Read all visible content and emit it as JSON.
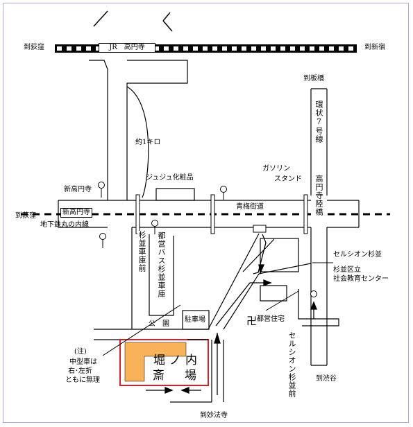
{
  "labels": {
    "to_ogikubo_top": "到荻窪",
    "to_shinjuku": "到新宿",
    "jr_koenji": "JR　高円寺",
    "to_itabashi": "到板橋",
    "kanjo7": "環状7号線",
    "yaku1km": "約1キロ",
    "jujukeshouhin": "ジュジュ化粧品",
    "gasoline": "ガソリン",
    "stand": "スタンド",
    "shinkoenji_top": "新高円寺",
    "to_ogikubo_mid": "到荻窪",
    "shinkoenji_sign": "新高円寺",
    "metro_marunouchi": "地下鉄丸の内線",
    "ome_kaido": "青梅街道",
    "koenji_rikkyo": "高円寺陸橋",
    "suginami_shako_mae": "杉並車庫前",
    "toei_bus": "都営バス杉並車庫",
    "cellcion_suginami": "セルシオン杉並",
    "suginami_kuritsu": "杉並区立",
    "shakai_kyoiku": "社会教育センター",
    "parking": "駐車場",
    "park": "公　園",
    "toei_jutaku": "都営住宅",
    "cellcion_suginami_mae": "セルシオン杉並前",
    "note_title": "(注)",
    "note_1": "中型車は",
    "note_2": "右･左折",
    "note_3": "ともに無理",
    "horinouchi": "堀ノ内",
    "saijo": "斎　場",
    "to_shibuya": "到渋谷",
    "to_myohoji": "到妙法寺"
  },
  "colors": {
    "frame": "#b9a9d6",
    "venue_fill": "#f7b25a",
    "venue_border": "#d2232a"
  }
}
